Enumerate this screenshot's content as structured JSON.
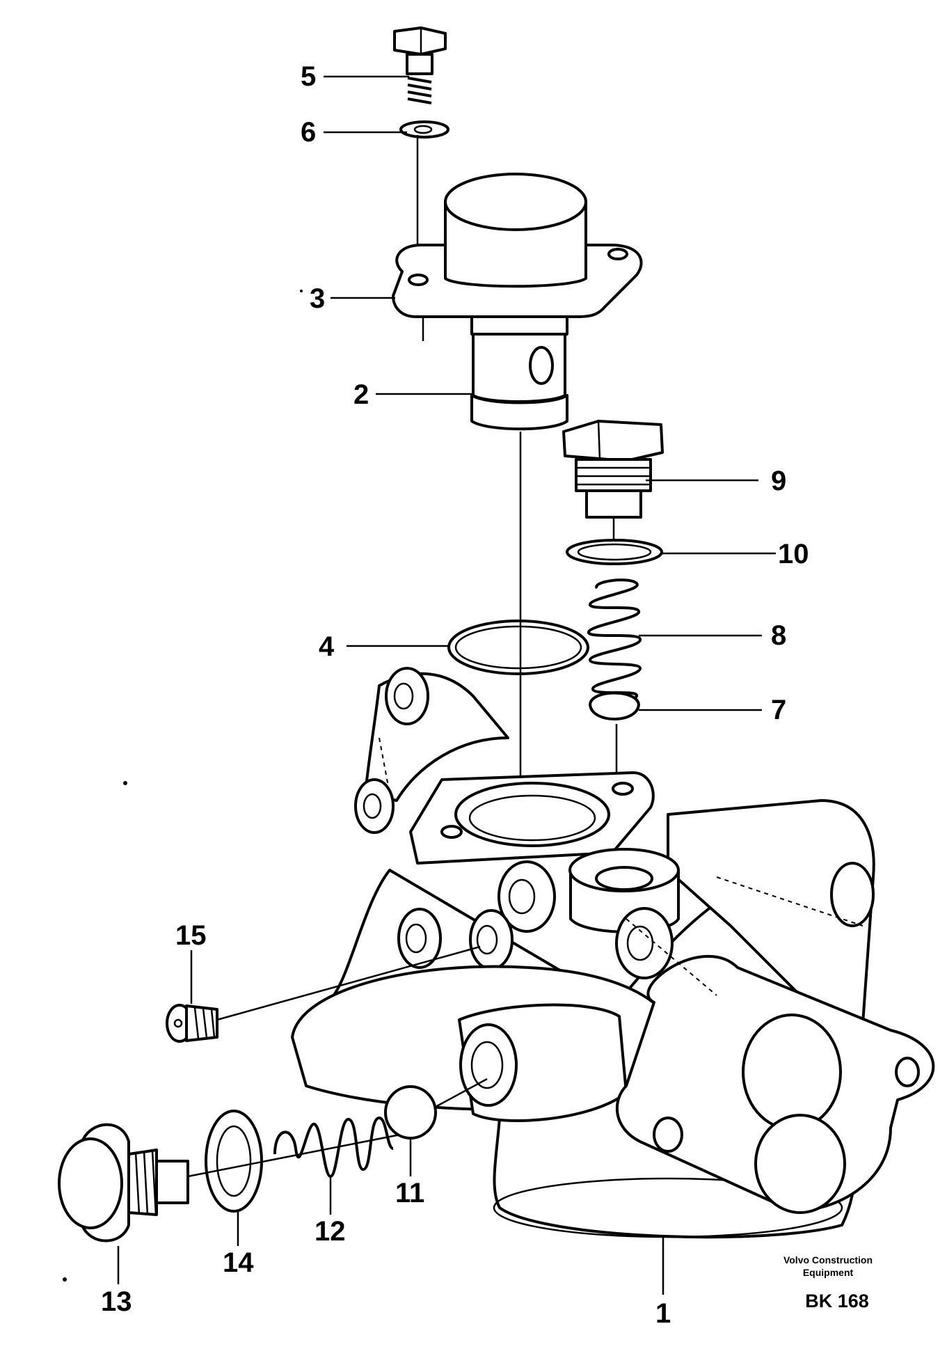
{
  "diagram": {
    "callouts": [
      {
        "id": "1",
        "label": "1"
      },
      {
        "id": "2",
        "label": "2"
      },
      {
        "id": "3",
        "label": "3"
      },
      {
        "id": "4",
        "label": "4"
      },
      {
        "id": "5",
        "label": "5"
      },
      {
        "id": "6",
        "label": "6"
      },
      {
        "id": "7",
        "label": "7"
      },
      {
        "id": "8",
        "label": "8"
      },
      {
        "id": "9",
        "label": "9"
      },
      {
        "id": "10",
        "label": "10"
      },
      {
        "id": "11",
        "label": "11"
      },
      {
        "id": "12",
        "label": "12"
      },
      {
        "id": "13",
        "label": "13"
      },
      {
        "id": "14",
        "label": "14"
      },
      {
        "id": "15",
        "label": "15"
      }
    ],
    "credit_line1": "Volvo Construction",
    "credit_line2": "Equipment",
    "reference": "BK 168"
  }
}
